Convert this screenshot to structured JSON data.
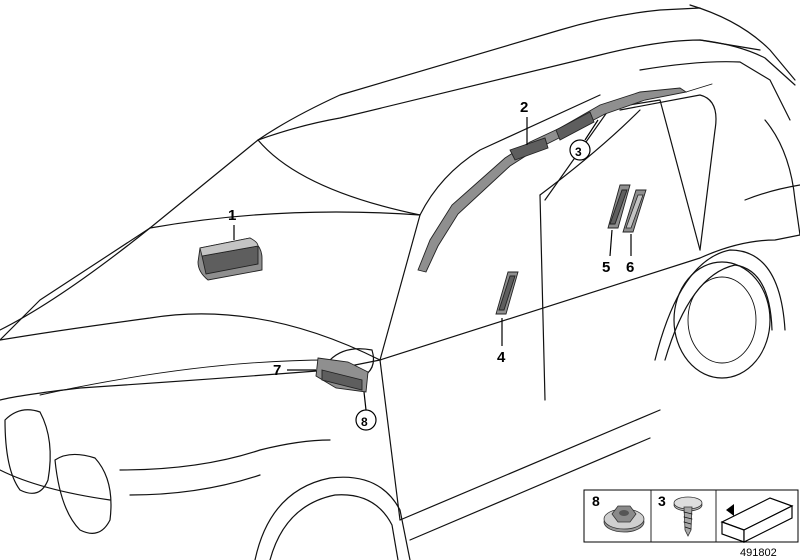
{
  "callouts": {
    "c1": "1",
    "c2": "2",
    "c3": "3",
    "c4": "4",
    "c5": "5",
    "c6": "6",
    "c7": "7",
    "c8": "8"
  },
  "legend": {
    "item_a_number": "8",
    "item_b_number": "3"
  },
  "diagram_id": "491802"
}
